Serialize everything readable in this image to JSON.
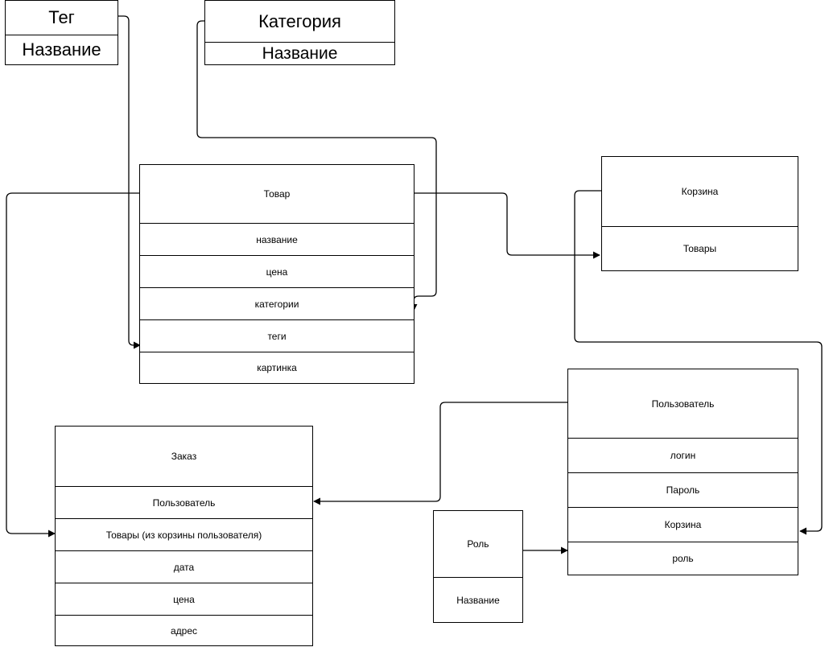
{
  "entities": {
    "teg": {
      "title": "Тег",
      "fields": [
        "Название"
      ]
    },
    "kategoriya": {
      "title": "Категория",
      "fields": [
        "Название"
      ]
    },
    "tovar": {
      "title": "Товар",
      "fields": [
        "название",
        "цена",
        "категории",
        "теги",
        "картинка"
      ]
    },
    "korzina": {
      "title": "Корзина",
      "fields": [
        "Товары"
      ]
    },
    "polzovatel": {
      "title": "Пользователь",
      "fields": [
        "логин",
        "Пароль",
        "Корзина",
        "роль"
      ]
    },
    "rol": {
      "title": "Роль",
      "fields": [
        "Название"
      ]
    },
    "zakaz": {
      "title": "Заказ",
      "fields": [
        "Пользователь",
        "Товары (из корзины пользователя)",
        "дата",
        "цена",
        "адрес"
      ]
    }
  },
  "connectors": [
    {
      "from": "teg",
      "to": "tovar.теги"
    },
    {
      "from": "kategoriya",
      "to": "tovar.категории"
    },
    {
      "from": "tovar",
      "to": "korzina.Товары"
    },
    {
      "from": "tovar",
      "to": "zakaz.Товары (из корзины пользователя)"
    },
    {
      "from": "korzina",
      "to": "polzovatel.Корзина"
    },
    {
      "from": "polzovatel",
      "to": "zakaz.Пользователь"
    },
    {
      "from": "rol",
      "to": "polzovatel.роль"
    }
  ]
}
